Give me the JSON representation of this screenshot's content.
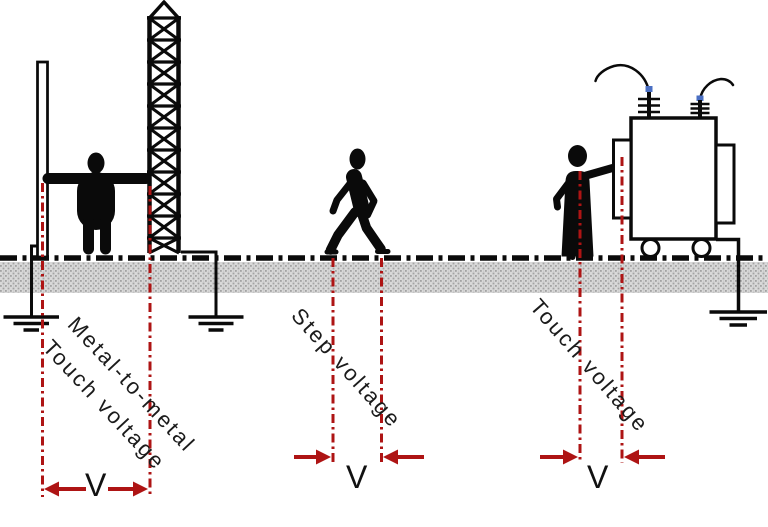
{
  "labels": {
    "metal_to_metal": {
      "line1": "Metal-to-metal",
      "line2": "Touch voltage"
    },
    "step": "Step voltage",
    "touch": "Touch voltage",
    "v_left": "V",
    "v_middle": "V",
    "v_right": "V"
  },
  "colors": {
    "measure_red": "#ae1414",
    "bushing_blue": "#4a6fc3",
    "ground_fill": "#d9d9d9",
    "ground_dot": "#a3a3a3",
    "ink": "#0a0a0a"
  }
}
